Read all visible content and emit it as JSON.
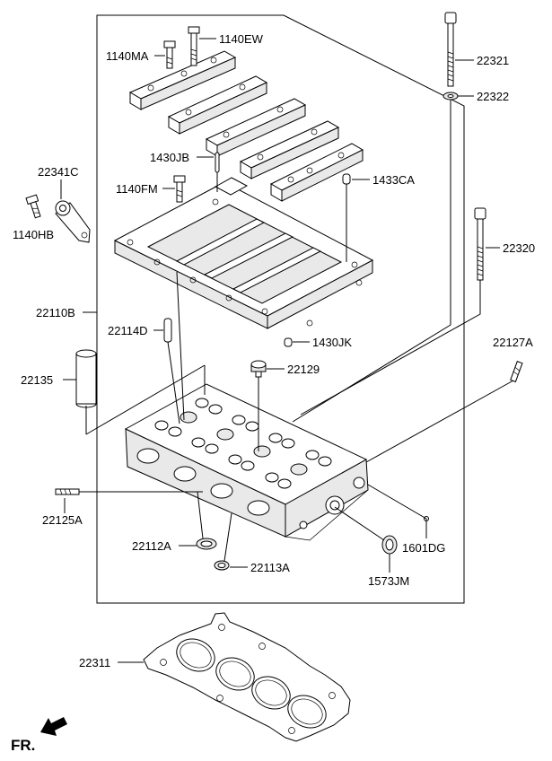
{
  "callouts": {
    "1140EW": "1140EW",
    "1140MA": "1140MA",
    "22321": "22321",
    "22322": "22322",
    "1430JB": "1430JB",
    "22341C": "22341C",
    "1433CA": "1433CA",
    "1140FM": "1140FM",
    "1140HB": "1140HB",
    "22320": "22320",
    "22110B": "22110B",
    "22114D": "22114D",
    "1430JK": "1430JK",
    "22127A": "22127A",
    "22129": "22129",
    "22135": "22135",
    "22125A": "22125A",
    "22112A": "22112A",
    "1601DG": "1601DG",
    "22113A": "22113A",
    "1573JM": "1573JM",
    "22311": "22311"
  },
  "direction_label": "FR.",
  "colors": {
    "ink": "#000000",
    "background": "#ffffff"
  }
}
